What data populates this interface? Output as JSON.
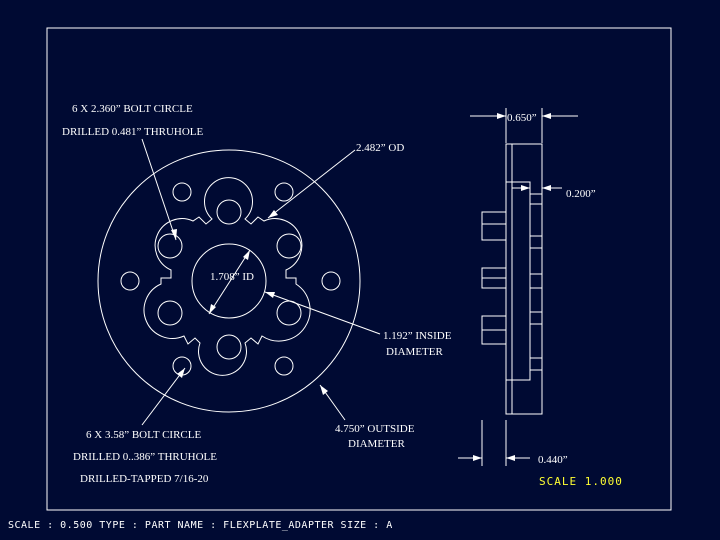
{
  "drawing": {
    "labels": {
      "bolt_circle_top_1": "6 X 2.360” BOLT CIRCLE",
      "bolt_circle_top_2": "DRILLED 0.481”  THRUHOLE",
      "od": "2.482”  OD",
      "id": "1.708” ID",
      "inside_diameter_1": "1.192” INSIDE",
      "inside_diameter_2": "DIAMETER",
      "bolt_circle_bottom_1": "6 X 3.58” BOLT CIRCLE",
      "bolt_circle_bottom_2": "DRILLED 0..386” THRUHOLE",
      "bolt_circle_bottom_3": "DRILLED-TAPPED 7/16-20",
      "outside_diameter_1": "4.750” OUTSIDE",
      "outside_diameter_2": "DIAMETER",
      "dim_width": "0.650”",
      "dim_step": "0.200”",
      "dim_hub": "0.440”"
    },
    "scale_note": "SCALE  1.000",
    "status_bar": "SCALE : 0.500   TYPE : PART  NAME : FLEXPLATE_ADAPTER  SIZE : A"
  },
  "colors": {
    "background": "#000a33",
    "lines": "#ffffff",
    "scale_text": "#ffff33"
  }
}
